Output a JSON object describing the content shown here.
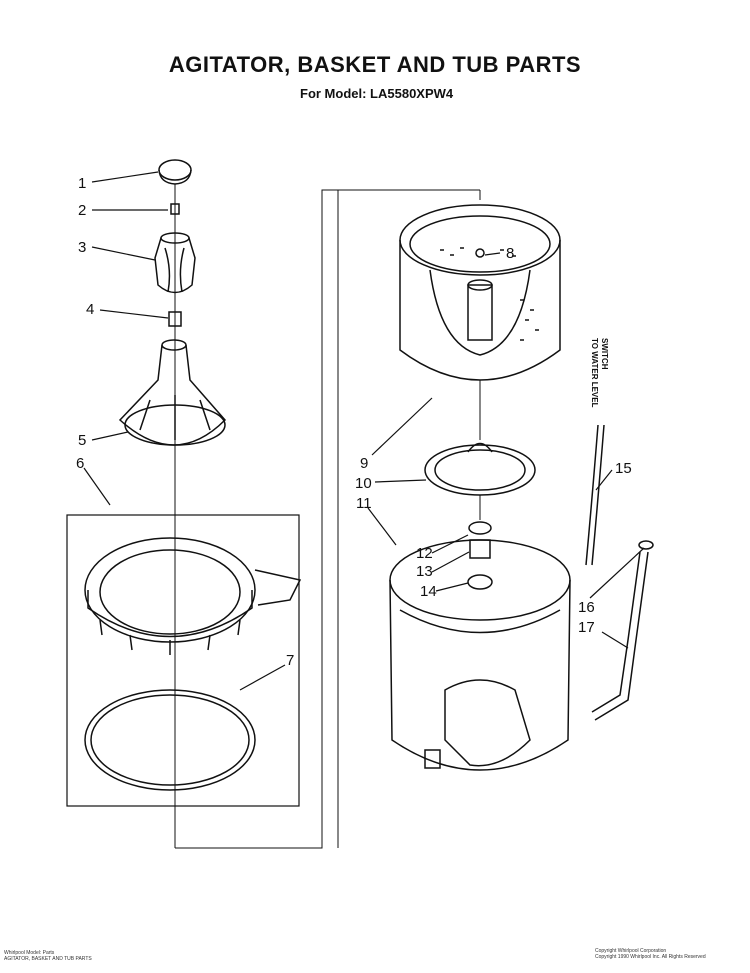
{
  "title": "AGITATOR, BASKET AND TUB PARTS",
  "subtitle": "For Model: LA5580XPW4",
  "side_note": [
    "TO WATER LEVEL",
    "SWITCH"
  ],
  "callouts": [
    "1",
    "2",
    "3",
    "4",
    "5",
    "6",
    "7",
    "8",
    "9",
    "10",
    "11",
    "12",
    "13",
    "14",
    "15",
    "16",
    "17"
  ],
  "footer_left": [
    "Whirlpool Model: Parts",
    "AGITATOR, BASKET AND TUB PARTS"
  ],
  "footer_right": [
    "Copyright Whirlpool Corporation",
    "Copyright 1990 Whirlpool Inc. All Rights Reserved"
  ]
}
